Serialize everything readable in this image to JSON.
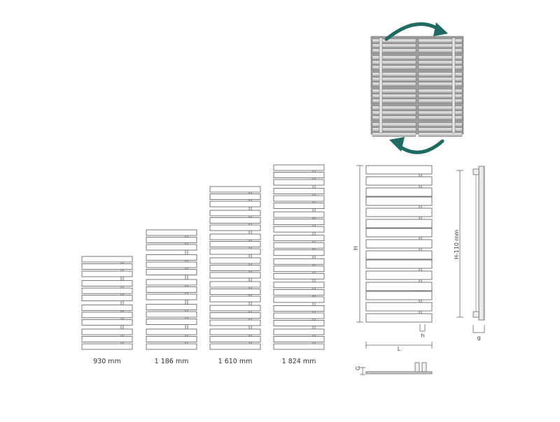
{
  "variants": [
    {
      "height_label": "930 mm",
      "bars": 12
    },
    {
      "height_label": "1 186 mm",
      "bars": 15
    },
    {
      "height_label": "1 610 mm",
      "bars": 21
    },
    {
      "height_label": "1 824 mm",
      "bars": 24
    }
  ],
  "dimensions": {
    "height": "H",
    "height_minus": "H-110 mm",
    "length": "L",
    "bar_gap": "h",
    "depth": "g",
    "wall_gap": "G"
  },
  "colors": {
    "line": "#555555",
    "rotation_arrow": "#1f6b63",
    "bar_fill": "#ffffff",
    "preview_bar": "#d9d9d9"
  },
  "icons": [
    "rotate-arrow-icon"
  ]
}
